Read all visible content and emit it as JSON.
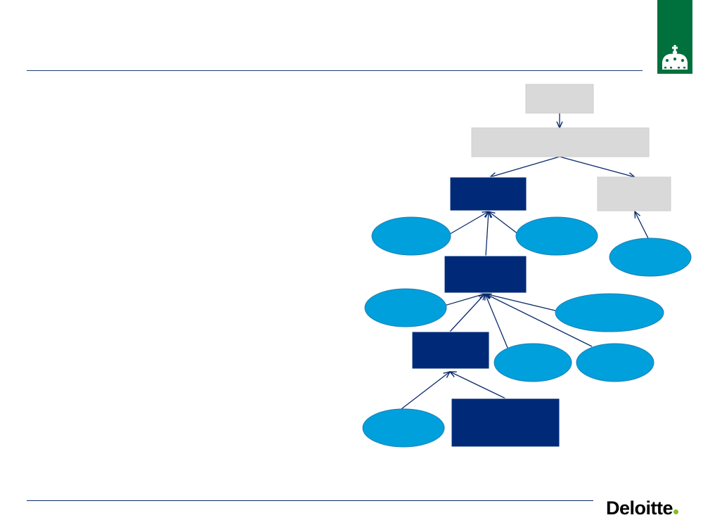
{
  "colors": {
    "rule": "#1f3a7a",
    "footer_rule": "#0b2a6b",
    "navy_box": "#002a78",
    "light_box": "#d9d9d9",
    "ellipse": "#00a0dc",
    "connector": "#0b2a6b",
    "emblem_green": "#00703c",
    "deloitte_green": "#86bc25"
  },
  "brand": {
    "name": "Deloitte"
  },
  "emblem": {
    "icon": "royal-crown-icon"
  },
  "diagram": {
    "nodes": [
      {
        "id": "gray-top",
        "shape": "rect",
        "style": "light",
        "label": ""
      },
      {
        "id": "gray-wide",
        "shape": "rect",
        "style": "light",
        "label": ""
      },
      {
        "id": "navy-1",
        "shape": "rect",
        "style": "navy",
        "label": ""
      },
      {
        "id": "gray-right",
        "shape": "rect",
        "style": "light",
        "label": ""
      },
      {
        "id": "ellipse-l1",
        "shape": "ellipse",
        "style": "blue",
        "label": ""
      },
      {
        "id": "ellipse-r1",
        "shape": "ellipse",
        "style": "blue",
        "label": ""
      },
      {
        "id": "ellipse-far-right",
        "shape": "ellipse",
        "style": "blue",
        "label": ""
      },
      {
        "id": "navy-2",
        "shape": "rect",
        "style": "navy",
        "label": ""
      },
      {
        "id": "ellipse-l2",
        "shape": "ellipse",
        "style": "blue",
        "label": ""
      },
      {
        "id": "ellipse-wide-right",
        "shape": "ellipse",
        "style": "blue",
        "label": ""
      },
      {
        "id": "navy-3",
        "shape": "rect",
        "style": "navy",
        "label": ""
      },
      {
        "id": "ellipse-mid-1",
        "shape": "ellipse",
        "style": "blue",
        "label": ""
      },
      {
        "id": "ellipse-mid-2",
        "shape": "ellipse",
        "style": "blue",
        "label": ""
      },
      {
        "id": "ellipse-bottom",
        "shape": "ellipse",
        "style": "blue",
        "label": ""
      },
      {
        "id": "navy-bottom",
        "shape": "rect",
        "style": "navy",
        "label": ""
      }
    ],
    "edges": [
      {
        "from": "gray-top",
        "to": "gray-wide",
        "arrow": true
      },
      {
        "from": "gray-wide",
        "to": "navy-1",
        "arrow": true
      },
      {
        "from": "gray-wide",
        "to": "gray-right",
        "arrow": true
      },
      {
        "from": "ellipse-far-right",
        "to": "gray-right",
        "arrow": true
      },
      {
        "from": "ellipse-l1",
        "to": "navy-1",
        "arrow": true
      },
      {
        "from": "ellipse-r1",
        "to": "navy-1",
        "arrow": true
      },
      {
        "from": "navy-2",
        "to": "navy-1",
        "arrow": true
      },
      {
        "from": "ellipse-l2",
        "to": "navy-2",
        "arrow": true
      },
      {
        "from": "ellipse-wide-right",
        "to": "navy-2",
        "arrow": true
      },
      {
        "from": "navy-3",
        "to": "navy-2",
        "arrow": true
      },
      {
        "from": "ellipse-mid-1",
        "to": "navy-2",
        "arrow": true
      },
      {
        "from": "ellipse-mid-2",
        "to": "navy-2",
        "arrow": true
      },
      {
        "from": "ellipse-bottom",
        "to": "navy-3",
        "arrow": true
      },
      {
        "from": "navy-bottom",
        "to": "navy-3",
        "arrow": true
      }
    ]
  }
}
